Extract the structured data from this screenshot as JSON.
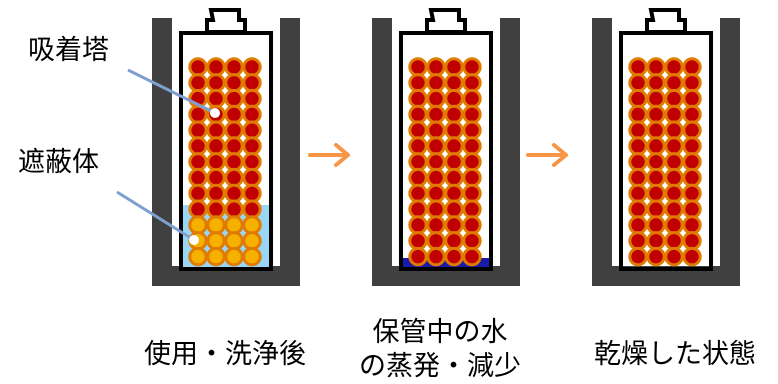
{
  "labels": {
    "tower": "吸着塔",
    "shield": "遮蔽体"
  },
  "captions": [
    {
      "lines": [
        "使用・洗浄後"
      ]
    },
    {
      "lines": [
        "保管中の水",
        "の蒸発・減少"
      ]
    },
    {
      "lines": [
        "乾燥した状態"
      ]
    }
  ],
  "colors": {
    "shield_fill": "#404040",
    "water": "#99d6f5",
    "water_low": "#1a1aa8",
    "arrow": "#f79646",
    "leader_line": "#7f9fd0",
    "bead_ring": "#e07b00",
    "bead_core": "#c00000",
    "bead_core_wet": "#f5b000"
  },
  "icons": [
    "arrow-right-icon",
    "arrow-right-icon"
  ]
}
